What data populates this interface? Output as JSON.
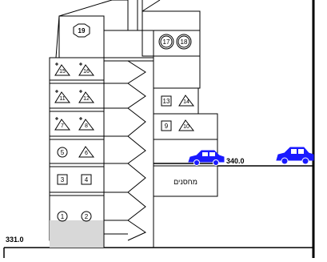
{
  "diagram": {
    "type": "architectural-section",
    "elevations": {
      "ground_left": "331.0",
      "parking_level": "340.0"
    },
    "storage_label": "מחסנים",
    "units": {
      "roof_unit": "19",
      "top_pair_left": "17",
      "top_pair_right": "18",
      "left_column": [
        {
          "left": "15",
          "right": "16",
          "left_shape": "triangle-plus",
          "right_shape": "triangle-plus"
        },
        {
          "left": "11",
          "right": "12",
          "left_shape": "triangle-plus",
          "right_shape": "triangle-plus"
        },
        {
          "left": "7",
          "right": "8",
          "left_shape": "triangle-plus",
          "right_shape": "triangle-plus"
        },
        {
          "left": "5",
          "right": "6",
          "left_shape": "circle",
          "right_shape": "triangle"
        },
        {
          "left": "3",
          "right": "4",
          "left_shape": "square",
          "right_shape": "square"
        },
        {
          "left": "1",
          "right": "2",
          "left_shape": "circle",
          "right_shape": "circle"
        }
      ],
      "right_column": [
        {
          "left": "13",
          "right": "14",
          "left_shape": "square",
          "right_shape": "triangle"
        },
        {
          "left": "9",
          "right": "10",
          "left_shape": "square",
          "right_shape": "triangle"
        }
      ]
    },
    "colors": {
      "line": "#000000",
      "car": "#1a1aff",
      "ground_fill": "#d8d8d8"
    }
  }
}
